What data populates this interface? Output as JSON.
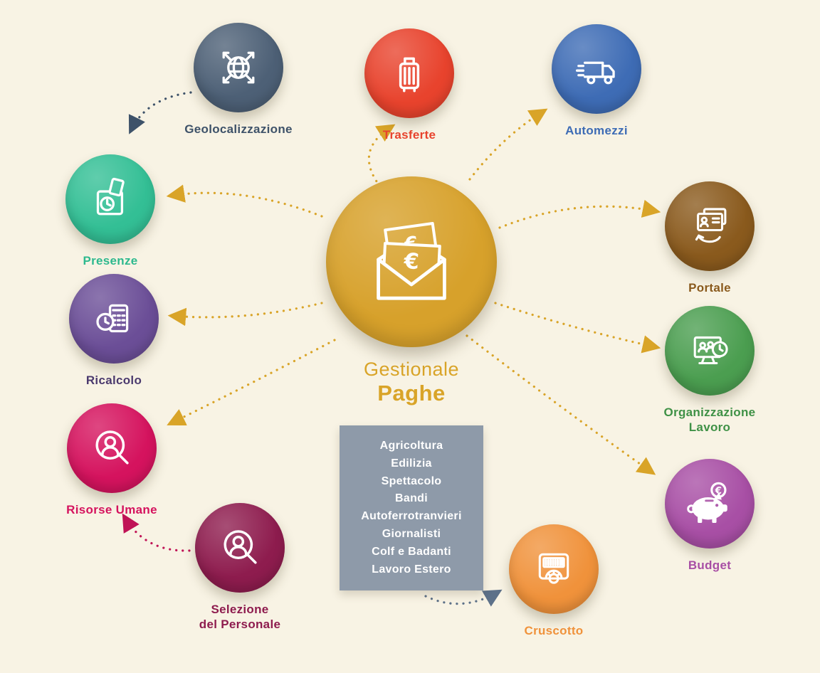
{
  "background_color": "#f8f3e4",
  "center": {
    "title_line1": "Gestionale",
    "title_line2": "Paghe",
    "color": "#d7a12b",
    "title_color": "#d9a428",
    "icon": "envelope-euro-icon"
  },
  "nodes": [
    {
      "id": "geolocalizzazione",
      "label": "Geolocalizzazione",
      "color": "#4d6076",
      "label_color": "#3e5269",
      "icon": "globe-arrows-icon"
    },
    {
      "id": "trasferte",
      "label": "Trasferte",
      "color": "#e8432d",
      "label_color": "#e8432d",
      "icon": "suitcase-icon"
    },
    {
      "id": "automezzi",
      "label": "Automezzi",
      "color": "#3e6cb5",
      "label_color": "#3e6cb5",
      "icon": "van-icon"
    },
    {
      "id": "presenze",
      "label": "Presenze",
      "color": "#33bf95",
      "label_color": "#2eb98e",
      "icon": "time-clock-icon"
    },
    {
      "id": "ricalcolo",
      "label": "Ricalcolo",
      "color": "#6b4e97",
      "label_color": "#4b3a6e",
      "icon": "calculator-clock-icon"
    },
    {
      "id": "risorse-umane",
      "label": "Risorse Umane",
      "color": "#d5135e",
      "label_color": "#d5135e",
      "icon": "person-magnifier-icon"
    },
    {
      "id": "selezione-del-personale",
      "label": "Selezione del Personale",
      "label_line1": "Selezione",
      "label_line2": "del Personale",
      "color": "#8e1c4e",
      "label_color": "#8e1c4e",
      "icon": "person-magnifier-icon"
    },
    {
      "id": "cruscotto",
      "label": "Cruscotto",
      "color": "#f0923b",
      "label_color": "#f0923b",
      "icon": "dashboard-icon"
    },
    {
      "id": "portale",
      "label": "Portale",
      "color": "#8a5a1d",
      "label_color": "#8a5a1d",
      "icon": "id-cards-icon"
    },
    {
      "id": "organizzazione-lavoro",
      "label": "Organizzazione Lavoro",
      "label_line1": "Organizzazione",
      "label_line2": "Lavoro",
      "color": "#4b9e50",
      "label_color": "#3f9146",
      "icon": "monitor-team-clock-icon"
    },
    {
      "id": "budget",
      "label": "Budget",
      "color": "#a84fa5",
      "label_color": "#a84fa5",
      "icon": "piggy-bank-icon"
    }
  ],
  "sectors_box": {
    "background": "#8e9aa9",
    "text_color": "#ffffff",
    "items": [
      "Agricoltura",
      "Edilizia",
      "Spettacolo",
      "Bandi",
      "Autoferrotranvieri",
      "Giornalisti",
      "Colf e Badanti",
      "Lavoro Estero"
    ]
  },
  "arrow_colors": {
    "gold": "#d9a428",
    "blue": "#3e5269",
    "crimson": "#c01356",
    "slate": "#5d7189"
  }
}
